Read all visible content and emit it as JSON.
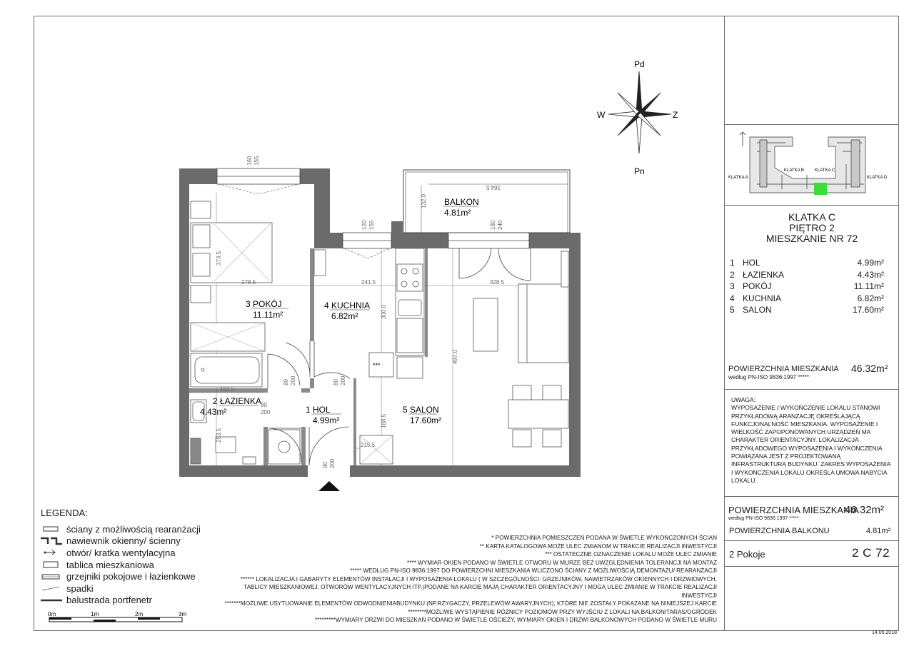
{
  "compass": {
    "north": "Pd",
    "south": "Pn",
    "west": "W",
    "east": "Z"
  },
  "keyplan": {
    "labels": [
      "KLATKA A",
      "KLATKA B",
      "KLATKA C",
      "KLATKA D"
    ],
    "highlight_color": "#3cdc3c"
  },
  "header": {
    "line1": "KLATKA C",
    "line2": "PIĘTRO 2",
    "line3": "MIESZKANIE NR 72"
  },
  "rooms_table": [
    {
      "num": "1",
      "name": "HOL",
      "area": "4.99m²"
    },
    {
      "num": "2",
      "name": "ŁAZIENKA",
      "area": "4.43m²"
    },
    {
      "num": "3",
      "name": "POKÓJ",
      "area": "11.11m²"
    },
    {
      "num": "4",
      "name": "KUCHNIA",
      "area": "6.82m²"
    },
    {
      "num": "5",
      "name": "SALON",
      "area": "17.60m²"
    }
  ],
  "summary": {
    "area_label": "POWIERZCHNIA MIESZKANIA",
    "area_norm": "według PN-ISO 9836:1997 *****",
    "area_value": "46.32m²",
    "uwaga_lines": [
      "UWAGA:",
      "WYPOSAŻENIE I WYKOŃCZENIE LOKALU STANOWI",
      "PRZYKŁADOWĄ ARANŻACJĘ OKREŚLAJĄCĄ",
      "FUNKCJONALNOŚĆ MIESZKANIA. WYPOSAŻENIE I",
      "WIELKOŚĆ ZAPOPONOWANYCH URZĄDZEŃ MA",
      "CHARAKTER ORIENTACYJNY. LOKALIZACJA",
      "PRZYKŁADOWEGO WYPOSAŻENIA I WYKOŃCZENIA",
      "POWIĄZANA JEST Z PROJEKTOWANĄ",
      "INFRASTRUKTURĄ BUDYNKU. ZAKRES WYPOSAŻENIA",
      "I WYKOŃCZENIA LOKALU OKREŚLA UMOWA NABYCIA",
      "LOKALU."
    ],
    "area2_label": "POWIERZCHNIA MIESZKANIA",
    "area2_norm": "według PN-ISO 9836:1997 *****",
    "area2_value": "46.32m²",
    "balcony_label": "POWIERZCHNIA BALKONU",
    "balcony_value": "4.81m²",
    "rooms_count": "2 Pokoje",
    "code": "2 C 72",
    "date": "14.05.2018"
  },
  "plan_labels": {
    "balkon": {
      "name": "BALKON",
      "area": "4.81m²"
    },
    "pokoj": {
      "num": "3",
      "name": "POKÓJ",
      "area": "11.11m²"
    },
    "kuchnia": {
      "num": "4",
      "name": "KUCHNIA",
      "area": "6.82m²"
    },
    "lazienka": {
      "num": "2",
      "name": "ŁAZIENKA",
      "area": "4.43m²"
    },
    "hol": {
      "num": "1",
      "name": "HOL",
      "area": "4.99m²"
    },
    "salon": {
      "num": "5",
      "name": "SALON",
      "area": "17.60m²"
    }
  },
  "dimensions": {
    "pokoj_width": "278.5",
    "kuchnia_width": "241.5",
    "salon_width": "328.5",
    "pokoj_depth": "373.5",
    "kuchnia_depth": "300.0",
    "salon_depth": "497.0",
    "lazienka_width": "162.5",
    "lazienka_depth": "253.5",
    "hol_width": "215.5",
    "hol_depth": "188.5",
    "balkon_width": "364.5",
    "balkon_depth": "132.0",
    "win1_a": "160",
    "win1_b": "155",
    "win2_a": "120",
    "win2_b": "155",
    "door_bal_a": "180",
    "door_bal_b": "240",
    "door_pok_a": "80",
    "door_pok_b": "200",
    "door_kuch_a": "80",
    "door_kuch_b": "200",
    "door_laz_a": "80",
    "door_laz_b": "200",
    "door_in_a": "90",
    "door_in_b": "200"
  },
  "legend": {
    "title": "LEGENDA:",
    "items": [
      "ściany z możliwością rearanżacji",
      "nawiewnik okienny/ ścienny",
      "otwór/ kratka wentylacyjna",
      "tablica mieszkaniowa",
      "grzejniki pokojowe i łazienkowe",
      "spadki",
      "balustrada portfenetr"
    ],
    "scale": [
      "0m",
      "1m",
      "2m",
      "3m"
    ]
  },
  "notes": [
    "* POWIERZCHNIA POMIESZCZEŃ PODANA W ŚWIETLE WYKOŃCZONYCH ŚCIAN",
    "** KARTA KATALOGOWA MOŻE ULEC ZMIANOM W TRAKCIE REALIZACJI INWESTYCJI",
    "*** OSTATECZNE OZNACZENIE LOKALU MOŻE ULEC ZMIANIE",
    "**** WYMIAR OKIEN PODANO W ŚWIETLE OTWORU W MURZE BEZ UWZGLĘDNIENIA TOLERANCJI NA MONTAŻ",
    "***** WEDŁUG PN-ISO 9836:1997 DO POWIERZCHNI MIESZKANIA WLICZONO ŚCIANY Z MOŻLIWOŚCIĄ DEMONTAŻU/ REARANŻACJI",
    "****** LOKALIZACJA I GABARYTY ELEMENTÓW INSTALACJI I WYPOSAŻENIA LOKALU ( W SZCZEGÓLNOŚCI: GRZEJNIKÓW, NAWIETRZAKÓW OKIENNYCH I DRZWIOWYCH,",
    "TABLICY MIESZKANIOWEJ, OTWORÓW WENTYLACYJNYCH ITP.)PODANE NA KARCIE MAJĄ CHARAKTER ORIENTACYJNY I MOGĄ ULEC ZMIANIE W TRAKCIE REALIZACJI INWESTYCJI",
    "*******MOŻLIWE USYTUOWANIE ELEMENTÓW ODWODNIENIABUDYNKU (NP.RZYGACZY, PRZELEWÓW AWARYJNYCH), KTÓRE NIE ZOSTAŁY POKAZANE NA NINIEJSZEJ KARCIE",
    "********MOŻLIWE WYSTĄPIENIE RÓŻNICY POZIOMÓW PRZY WYJŚCIU Z LOKALI NA BALKON/TARAS/OGRÓDEK",
    "*********WYMIARY DRZWI DO MIESZKAŃ PODANO W ŚWIETLE OŚCIEŻY, WYMIARY OKIEN I DRZWI BALKONOWYCH PODANO W ŚWIETLE MURU"
  ]
}
